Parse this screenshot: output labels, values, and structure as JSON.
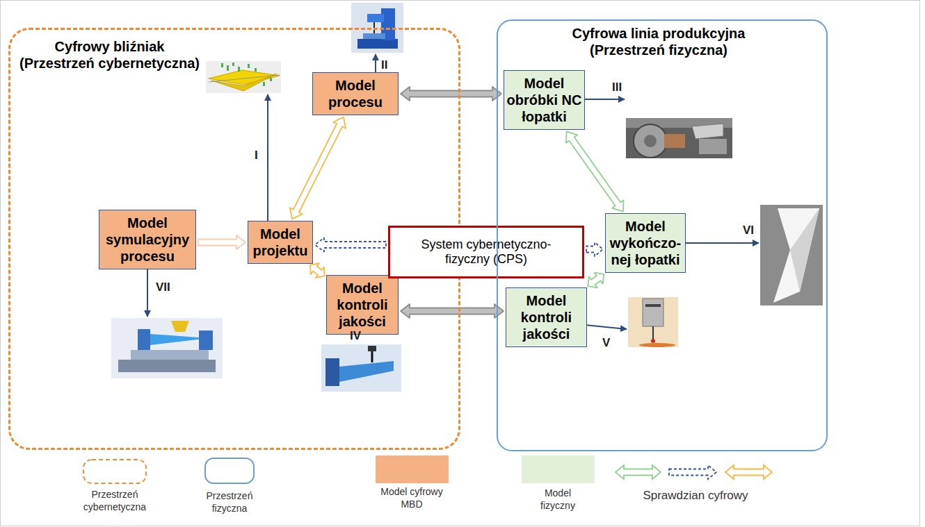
{
  "diagram": {
    "nodes": [
      {
        "text": [
          "Cyfrowy bliźniak (Przestrzeń cybernetyczna)"
        ]
      },
      {
        "text": [
          "Model procesu"
        ],
        "in": 0
      },
      {
        "text": [
          "Model symulacyjny procesu"
        ],
        "in": 0
      },
      {
        "text": [
          "Model projektu"
        ],
        "in": 0
      },
      {
        "text": [
          "Model kontroli jakości"
        ],
        "in": 0
      },
      {
        "text": [
          "System cybernetyczno- fizyczny (CPS)"
        ]
      },
      {
        "text": [
          "Cyfrowa linia produkcyjna (Przestrzeń fizyczna)"
        ]
      },
      {
        "text": [
          "Model obróbki NC łopatki"
        ],
        "in": 6
      },
      {
        "text": [
          "Model wykończo- nej łopatki"
        ],
        "in": 6
      },
      {
        "text": [
          "Model kontroli jakości"
        ],
        "in": 6
      }
    ],
    "edges": [
      {
        "from": 1,
        "to": 7,
        "arrow": "both"
      },
      {
        "from": 4,
        "to": 9,
        "arrow": "both"
      },
      {
        "from": 2,
        "to": 3,
        "arrow": "to"
      },
      {
        "from": 3,
        "to": 1,
        "arrow": "both"
      },
      {
        "from": 3,
        "to": 4,
        "arrow": "both"
      },
      {
        "from": 5,
        "to": 3,
        "arrow": "to"
      },
      {
        "from": 5,
        "to": 8,
        "arrow": "to"
      },
      {
        "from": 7,
        "to": 8,
        "arrow": "both"
      },
      {
        "from": 9,
        "to": 8,
        "arrow": "both"
      }
    ],
    "labels": [
      "I",
      "II",
      "III",
      "IV",
      "V",
      "VI",
      "VII"
    ],
    "legend": [
      {
        "text": "Przestrzeń cybernetyczna"
      },
      {
        "text": "Przestrzeń fizyczna"
      },
      {
        "text": "Model cyfrowy MBD",
        "color": "#f4b183"
      },
      {
        "text": "Model fizyczny",
        "color": "#e2f0d9"
      },
      {
        "text": "Sprawdzian cyfrowy"
      }
    ]
  }
}
